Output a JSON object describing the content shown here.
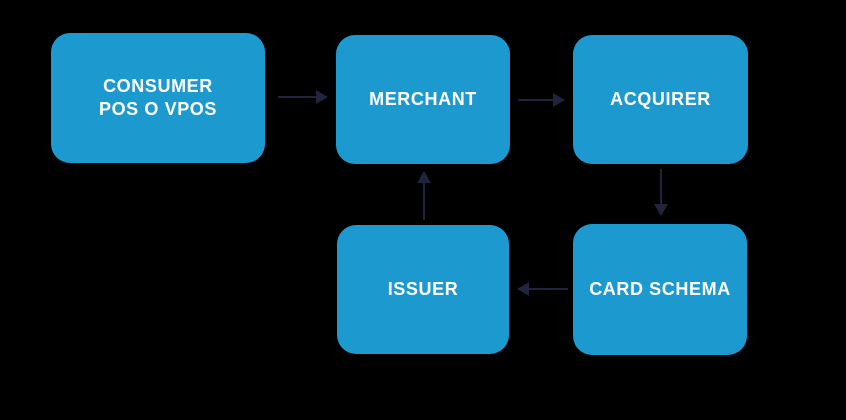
{
  "diagram": {
    "title": "card-payment-flow",
    "colors": {
      "bg_color": "#000000",
      "box_color": "#1C99CE",
      "arrow_color": "#20243C",
      "text_color": "#FFFFFF"
    },
    "nodes": [
      {
        "id": "consumer",
        "label": "CONSUMER\nPOS O VPOS"
      },
      {
        "id": "merchant",
        "label": "MERCHANT"
      },
      {
        "id": "acquirer",
        "label": "ACQUIRER"
      },
      {
        "id": "issuer",
        "label": "ISSUER"
      },
      {
        "id": "card_schema",
        "label": "CARD SCHEMA"
      }
    ],
    "edges": [
      {
        "from": "consumer",
        "to": "merchant",
        "direction": "right"
      },
      {
        "from": "merchant",
        "to": "acquirer",
        "direction": "right"
      },
      {
        "from": "acquirer",
        "to": "card_schema",
        "direction": "down"
      },
      {
        "from": "card_schema",
        "to": "issuer",
        "direction": "left"
      },
      {
        "from": "issuer",
        "to": "merchant",
        "direction": "up"
      }
    ]
  }
}
